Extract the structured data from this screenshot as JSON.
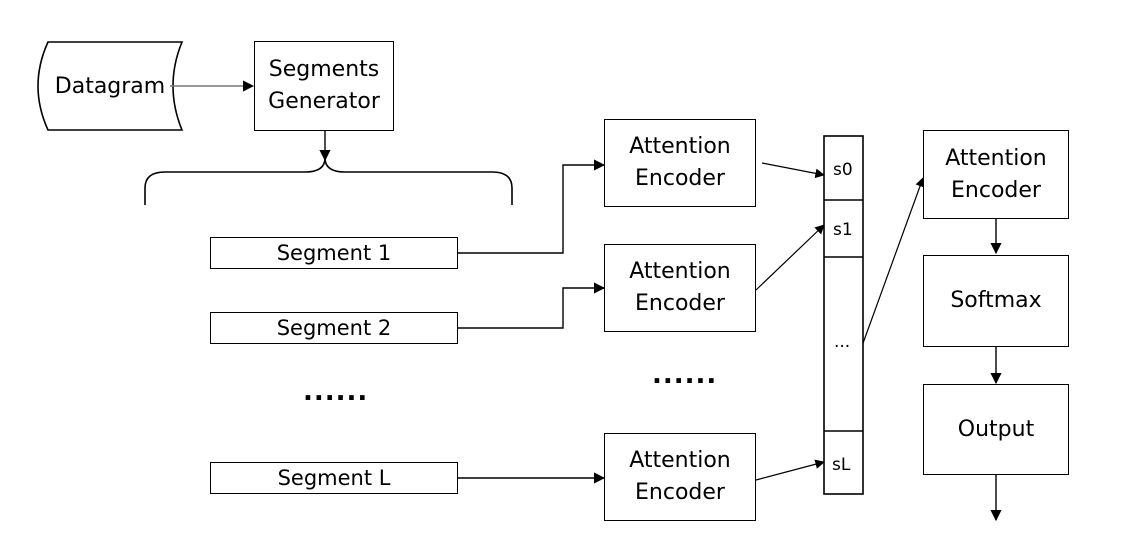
{
  "nodes": {
    "datagram": "Datagram",
    "segments_generator": "Segments\nGenerator",
    "segments": [
      "Segment 1",
      "Segment 2",
      "Segment L"
    ],
    "segments_ellipsis": "......",
    "encoders": [
      "Attention\nEncoder",
      "Attention\nEncoder",
      "Attention\nEncoder"
    ],
    "encoders_ellipsis": "......",
    "vector_cells": [
      "s0",
      "s1",
      "...",
      "sL"
    ],
    "final_encoder": "Attention\nEncoder",
    "softmax": "Softmax",
    "output": "Output"
  }
}
